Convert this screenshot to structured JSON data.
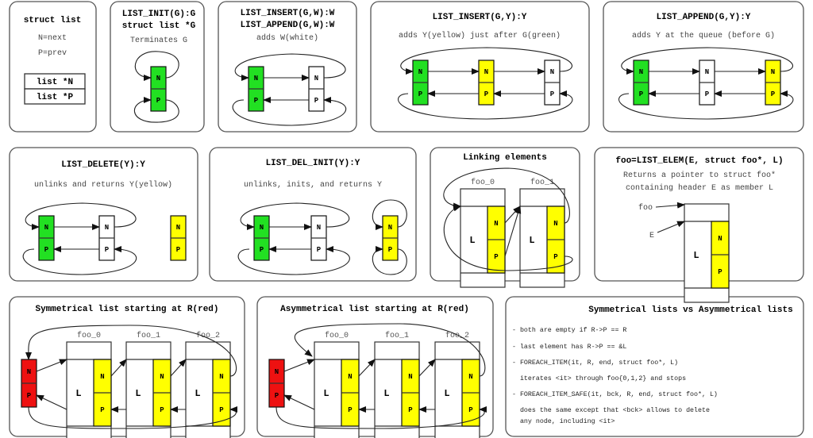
{
  "colors": {
    "green": "#22e022",
    "yellow": "#ffff00",
    "white": "#ffffff",
    "red": "#ee1111",
    "border": "#555555"
  },
  "labels": {
    "next": "N",
    "prev": "P",
    "member": "L"
  },
  "panels": {
    "struct_list": {
      "title": "struct list",
      "lines": [
        "N=next",
        "P=prev"
      ],
      "fields": [
        "list *N",
        "list *P"
      ]
    },
    "list_init": {
      "title_lines": [
        "LIST_INIT(G):G",
        "struct list *G"
      ],
      "subtitle": "Terminates G",
      "nodes": [
        "green"
      ]
    },
    "list_insert_w": {
      "title_lines": [
        "LIST_INSERT(G,W):W",
        "LIST_APPEND(G,W):W"
      ],
      "subtitle": "adds W(white)",
      "nodes": [
        "green",
        "white"
      ]
    },
    "list_insert_y": {
      "title": "LIST_INSERT(G,Y):Y",
      "subtitle": "adds Y(yellow) just after G(green)",
      "nodes": [
        "green",
        "yellow",
        "white"
      ]
    },
    "list_append_y": {
      "title": "LIST_APPEND(G,Y):Y",
      "subtitle": "adds Y at the queue (before G)",
      "nodes": [
        "green",
        "white",
        "yellow"
      ]
    },
    "list_delete": {
      "title": "LIST_DELETE(Y):Y",
      "subtitle": "unlinks and returns Y(yellow)",
      "nodes": [
        "green",
        "white"
      ],
      "detached": "yellow"
    },
    "list_del_init": {
      "title": "LIST_DEL_INIT(Y):Y",
      "subtitle": "unlinks, inits, and returns Y",
      "nodes": [
        "green",
        "white"
      ],
      "detached": "yellow"
    },
    "linking": {
      "title": "Linking elements",
      "elements": [
        "foo_0",
        "foo_1"
      ]
    },
    "list_elem": {
      "title": "foo=LIST_ELEM(E, struct foo*, L)",
      "desc_lines": [
        "Returns a pointer to struct foo*",
        "containing header E as member L"
      ],
      "pointer_labels": [
        "foo",
        "E"
      ]
    },
    "symmetrical": {
      "title": "Symmetrical list starting at R(red)",
      "elements": [
        "foo_0",
        "foo_1",
        "foo_2"
      ]
    },
    "asymmetrical": {
      "title": "Asymmetrical list starting at R(red)",
      "elements": [
        "foo_0",
        "foo_1",
        "foo_2"
      ]
    },
    "comparison": {
      "title": "Symmetrical lists vs Asymmetrical lists",
      "lines": [
        "- both are empty if R->P == R",
        "- last element has R->P == &L",
        "- FOREACH_ITEM(it, R, end, struct foo*, L)",
        "  iterates <it> through foo{0,1,2} and stops",
        "- FOREACH_ITEM_SAFE(it, bck, R, end, struct foo*, L)",
        "  does the same except that <bck> allows to delete",
        "  any node, including <it>"
      ]
    }
  }
}
